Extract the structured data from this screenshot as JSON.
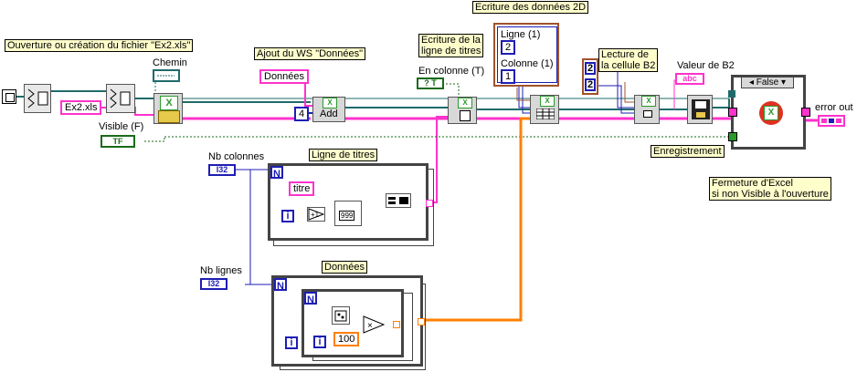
{
  "labels": {
    "open_file": "Ouverture ou création du fichier \"Ex2.xls\"",
    "path": "Chemin",
    "add_ws": "Ajout du WS \"Données\"",
    "write_titles": "Ecriture de la\nligne de titres",
    "write_2d": "Ecriture des données 2D",
    "in_column": "En colonne (T)",
    "read_b2": "Lecture de\nla cellule B2",
    "b2_value": "Valeur de B2",
    "visible": "Visible (F)",
    "nb_columns": "Nb colonnes",
    "title_line": "Ligne de titres",
    "nb_rows": "Nb lignes",
    "data": "Données",
    "save": "Enregistrement",
    "close_excel": "Fermeture d'Excel\nsi non Visible à l'ouverture",
    "error_out": "error out",
    "line_label": "Ligne (1)",
    "column_label": "Colonne (1)"
  },
  "constants": {
    "filename": "Ex2.xls",
    "sheet_name": "Données",
    "add_mode": "4",
    "title": "titre",
    "line": "2",
    "column": "1",
    "b2_row": "2",
    "b2_col": "2",
    "multiplier": "100",
    "case_selector": "False",
    "add_text": "Add",
    "max999": "999"
  },
  "terminals": {
    "i32": "I32",
    "tf": "TF",
    "abc": "abc",
    "n": "N",
    "i": "i"
  },
  "colors": {
    "string_wire": "#ff33cc",
    "int_wire": "#1e1eb4",
    "dbl_wire": "#ff8000",
    "bool_wire": "#1a6b1a",
    "refnum_wire": "#1f6b6b",
    "node_gray": "#d8d8d8",
    "case_green": "#2b9a2b"
  }
}
